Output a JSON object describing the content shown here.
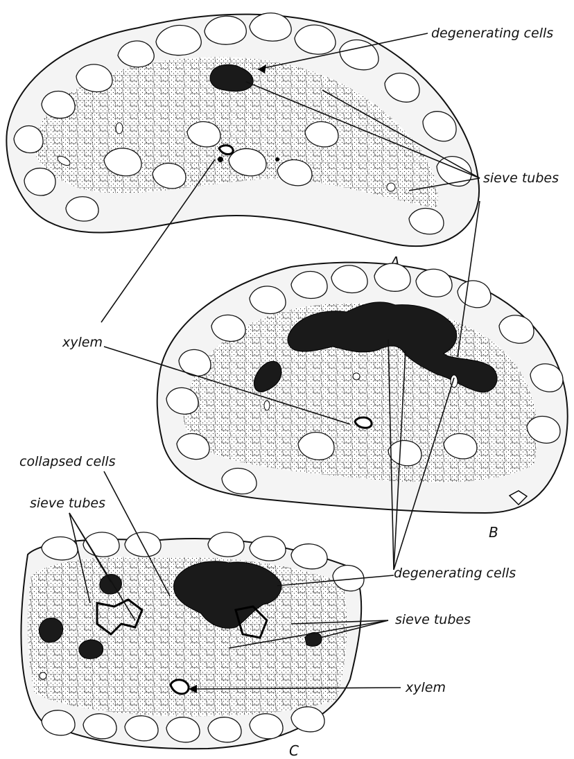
{
  "figure": {
    "panels": [
      {
        "id": "A",
        "letter": "A"
      },
      {
        "id": "B",
        "letter": "B"
      },
      {
        "id": "C",
        "letter": "C"
      }
    ],
    "labels": {
      "a_degenerating": "degenerating cells",
      "a_sieve": "sieve tubes",
      "xylem_mid": "xylem",
      "collapsed": "collapsed cells",
      "c_sieve_left": "sieve tubes",
      "bc_degenerating": "degenerating cells",
      "c_sieve_right": "sieve tubes",
      "c_xylem": "xylem"
    }
  }
}
